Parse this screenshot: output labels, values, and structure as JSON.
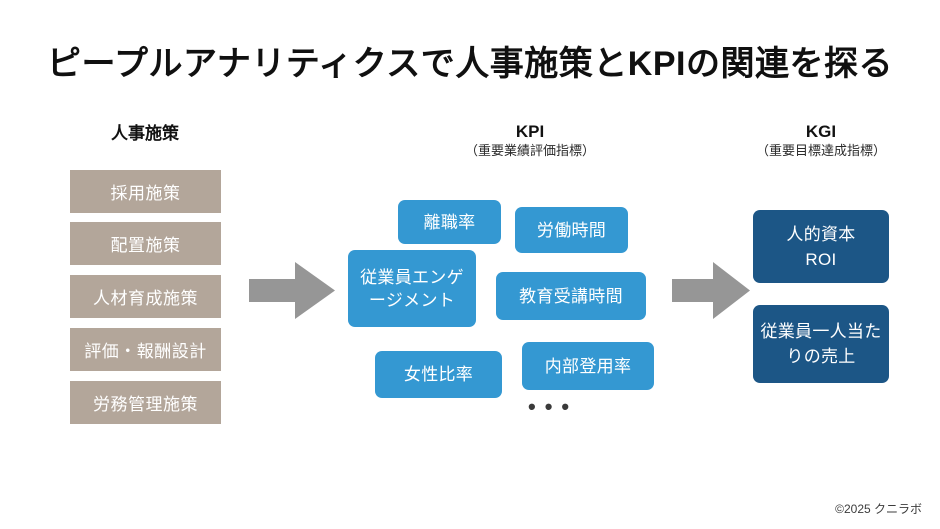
{
  "slide": {
    "title": "ピープルアナリティクスで人事施策とKPIの関連を探る",
    "footer": "©2025 クニラボ",
    "background": "#ffffff"
  },
  "colors": {
    "policy_box": "#b3a69a",
    "kpi_box": "#3498d2",
    "kgi_box": "#1c5686",
    "arrow": "#969696",
    "title_text": "#101010",
    "box_text": "#ffffff"
  },
  "columns": {
    "policy": {
      "header_main": "人事施策",
      "header_sub": "",
      "items": [
        {
          "label": "採用施策"
        },
        {
          "label": "配置施策"
        },
        {
          "label": "人材育成施策"
        },
        {
          "label": "評価・報酬設計"
        },
        {
          "label": "労務管理施策"
        }
      ]
    },
    "kpi": {
      "header_main": "KPI",
      "header_sub": "（重要業績評価指標）",
      "items": [
        {
          "label": "離職率"
        },
        {
          "label": "労働時間"
        },
        {
          "label": "従業員エンゲージメント"
        },
        {
          "label": "教育受講時間"
        },
        {
          "label": "女性比率"
        },
        {
          "label": "内部登用率"
        }
      ],
      "more_indicator": "•••"
    },
    "kgi": {
      "header_main": "KGI",
      "header_sub": "（重要目標達成指標）",
      "items": [
        {
          "label": "人的資本\nROI"
        },
        {
          "label": "従業員一人当たりの売上"
        }
      ]
    }
  },
  "arrows": [
    {
      "name": "arrow-policy-to-kpi"
    },
    {
      "name": "arrow-kpi-to-kgi"
    }
  ]
}
